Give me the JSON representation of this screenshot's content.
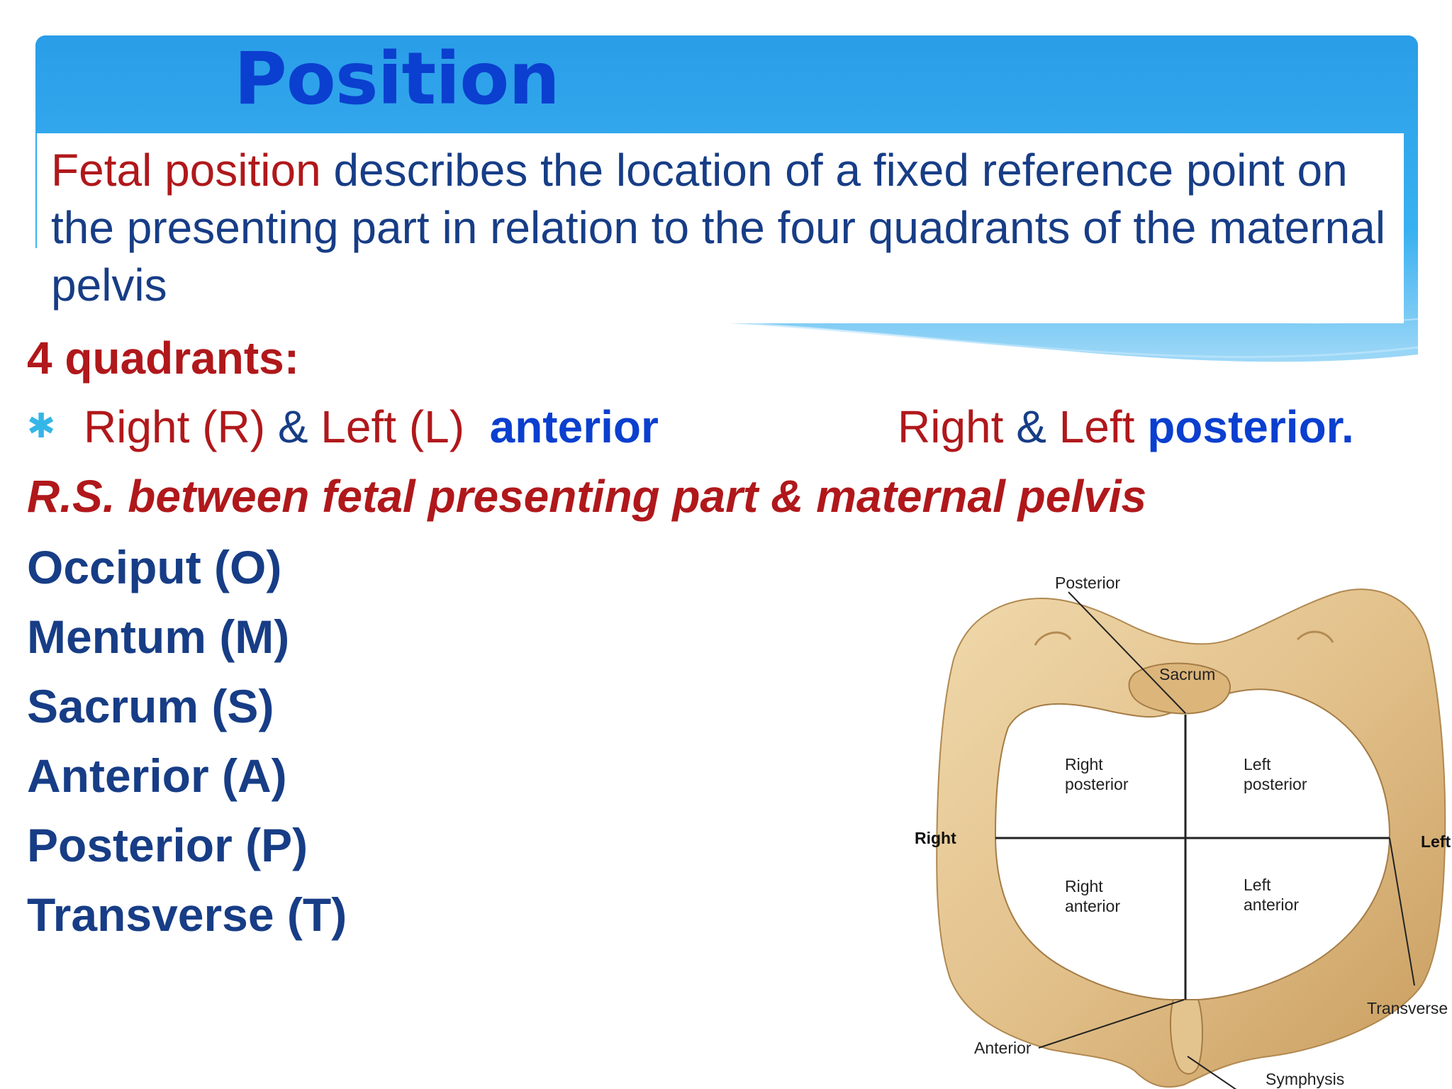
{
  "title": "Position",
  "definition": {
    "term": "Fetal position",
    "text": " describes the location of a fixed reference point on the presenting part in relation to the four quadrants of the maternal pelvis"
  },
  "quadrants_heading": "4 quadrants:",
  "bullet": {
    "icon": "asterisk-bullet-icon",
    "right": "Right (R)",
    "amp": " & ",
    "left": "Left (L)",
    "anterior": "anterior",
    "right2": "Right",
    "amp2": " & ",
    "left2": "Left ",
    "posterior": "posterior."
  },
  "rs_line": "R.S. between fetal presenting part & maternal pelvis",
  "terms": [
    "Occiput (O)",
    "Mentum (M)",
    "Sacrum (S)",
    "Anterior (A)",
    "Posterior (P)",
    "Transverse (T)"
  ],
  "diagram": {
    "posterior": "Posterior",
    "sacrum": "Sacrum",
    "right_posterior_1": "Right",
    "right_posterior_2": "posterior",
    "left_posterior_1": "Left",
    "left_posterior_2": "posterior",
    "right": "Right",
    "left": "Left",
    "right_anterior_1": "Right",
    "right_anterior_2": "anterior",
    "left_anterior_1": "Left",
    "left_anterior_2": "anterior",
    "transverse": "Transverse",
    "anterior": "Anterior",
    "symphysis": "Symphysis"
  },
  "colors": {
    "title": "#0b3fcf",
    "body_text": "#173d86",
    "accent_red": "#b0181b",
    "banner_blue": "#2ea8ec",
    "bone": "#e2c08a"
  }
}
